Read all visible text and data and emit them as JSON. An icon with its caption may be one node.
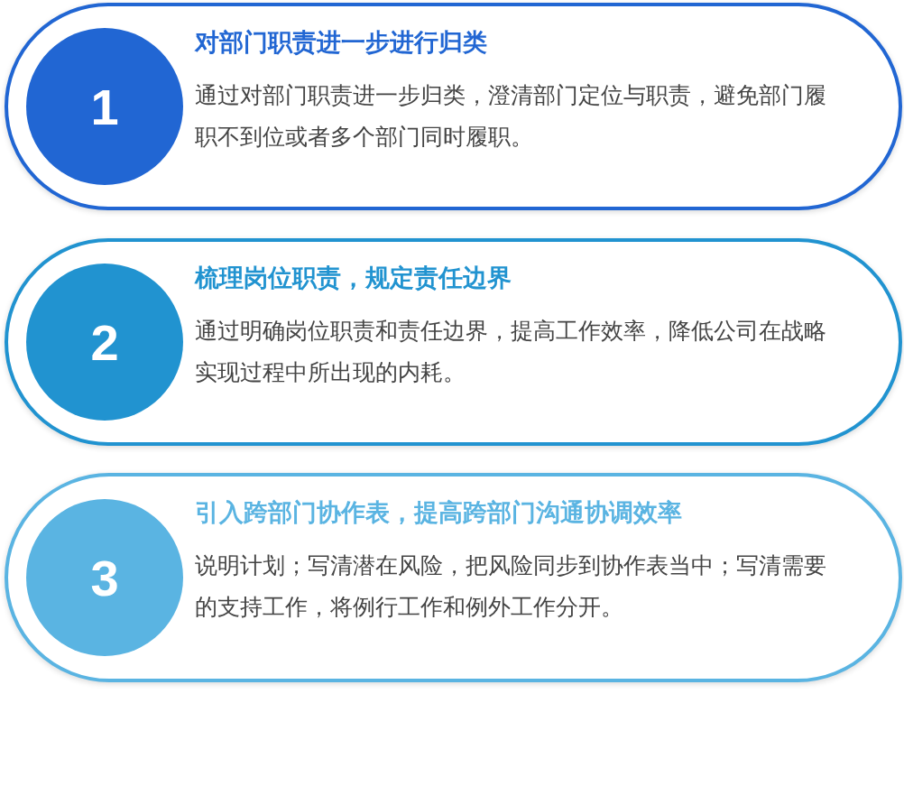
{
  "diagram": {
    "nodes": [
      {
        "text": [
          "对部门职责进一步进行归类",
          "通过对部门职责进一步归类，澄清部门定位与职责，避免部门履职不到位或者多个部门同时履职。"
        ]
      },
      {
        "text": [
          "1"
        ],
        "in": 0
      },
      {
        "text": [
          "梳理岗位职责，规定责任边界",
          "通过明确岗位职责和责任边界，提高工作效率，降低公司在战略实现过程中所出现的内耗。"
        ]
      },
      {
        "text": [
          "2"
        ],
        "in": 2
      },
      {
        "text": [
          "引入跨部门协作表，提高跨部门沟通协调效率",
          "说明计划；写清潜在风险，把风险同步到协作表当中；写清需要的支持工作，将例行工作和例外工作分开。"
        ]
      },
      {
        "text": [
          "3"
        ],
        "in": 4
      }
    ],
    "edges": []
  }
}
